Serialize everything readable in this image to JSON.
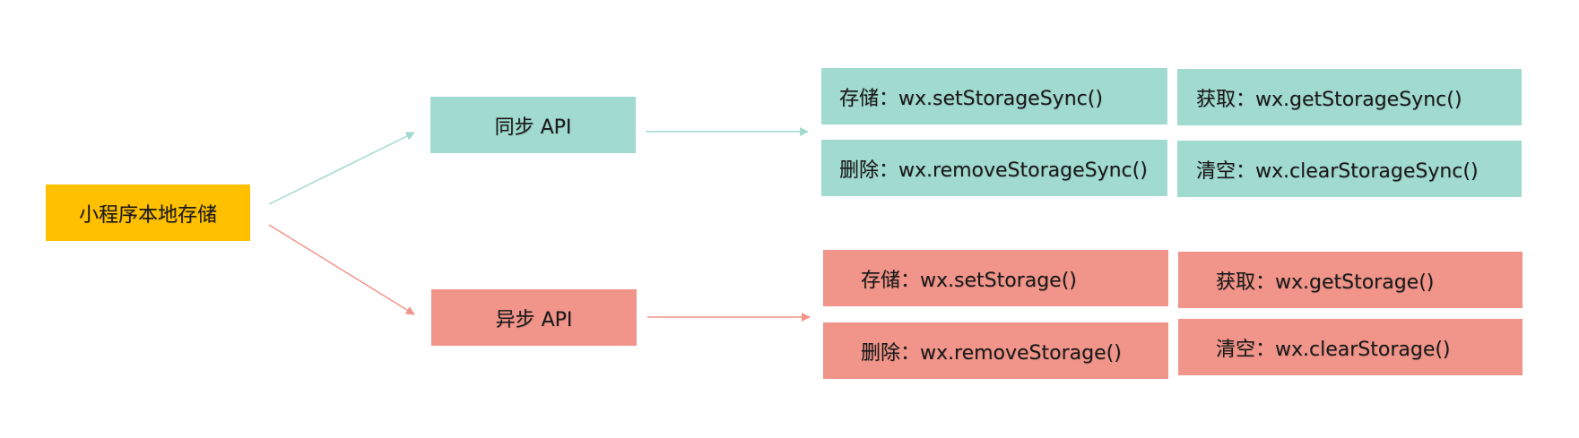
{
  "colors": {
    "root": "#FFC000",
    "sync": "#A1DACF",
    "async": "#F1958A"
  },
  "root": {
    "label": "小程序本地存储"
  },
  "sync": {
    "label": "同步 API",
    "items": [
      {
        "label": "存储：wx.setStorageSync()"
      },
      {
        "label": "获取：wx.getStorageSync()"
      },
      {
        "label": "删除：wx.removeStorageSync()"
      },
      {
        "label": "清空：wx.clearStorageSync()"
      }
    ]
  },
  "async": {
    "label": "异步 API",
    "items": [
      {
        "label": "存储：wx.setStorage()"
      },
      {
        "label": "获取：wx.getStorage()"
      },
      {
        "label": "删除：wx.removeStorage()"
      },
      {
        "label": "清空：wx.clearStorage()"
      }
    ]
  }
}
